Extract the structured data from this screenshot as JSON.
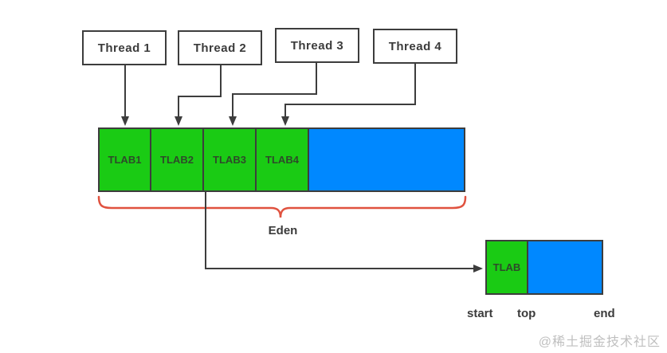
{
  "threads": [
    {
      "label": "Thread 1"
    },
    {
      "label": "Thread 2"
    },
    {
      "label": "Thread 3"
    },
    {
      "label": "Thread 4"
    }
  ],
  "eden_bar": {
    "segments": [
      {
        "label": "TLAB1"
      },
      {
        "label": "TLAB2"
      },
      {
        "label": "TLAB3"
      },
      {
        "label": "TLAB4"
      }
    ]
  },
  "eden_label": "Eden",
  "tlab_detail": {
    "label": "TLAB"
  },
  "pointer_labels": {
    "start": "start",
    "top": "top",
    "end": "end"
  },
  "watermark": "@稀土掘金技术社区",
  "colors": {
    "tlab_green": "#1acb14",
    "free_blue": "#0088ff",
    "line_dark": "#3d3d3d",
    "brace_red": "#e0523f",
    "text": "#3b3b3b",
    "watermark": "#bfbfbf"
  }
}
